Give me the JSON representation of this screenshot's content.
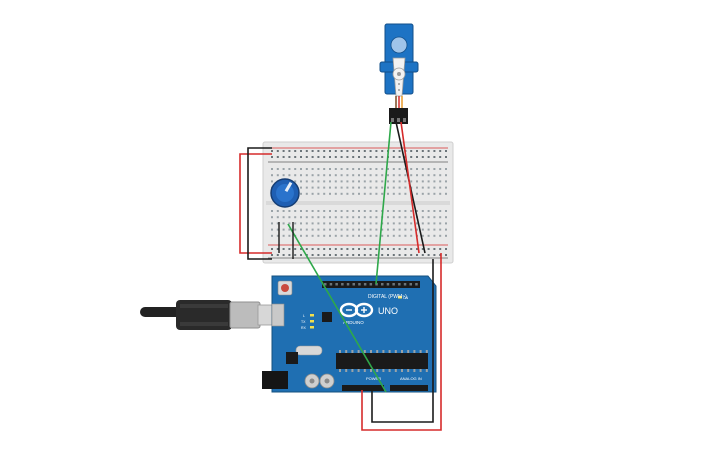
{
  "board": {
    "brand_text": "ARDUINO",
    "model_text": "UNO",
    "digital_label": "DIGITAL (PWM~)",
    "power_label": "POWER",
    "analog_label": "ANALOG IN",
    "led_labels": [
      "L",
      "TX",
      "RX"
    ],
    "on_label": "ON"
  },
  "colors": {
    "board": "#1f6fb2",
    "breadboard": "#e9e9e9",
    "wire_red": "#d62b2b",
    "wire_black": "#1a1a1a",
    "wire_green": "#2ea84a",
    "servo": "#1d73c4",
    "knob": "#1f5fb3"
  },
  "icons": {
    "usb": "usb-cable-icon",
    "logo": "infinity-logo-icon",
    "servo": "servo-motor-icon",
    "potentiometer": "potentiometer-icon"
  }
}
